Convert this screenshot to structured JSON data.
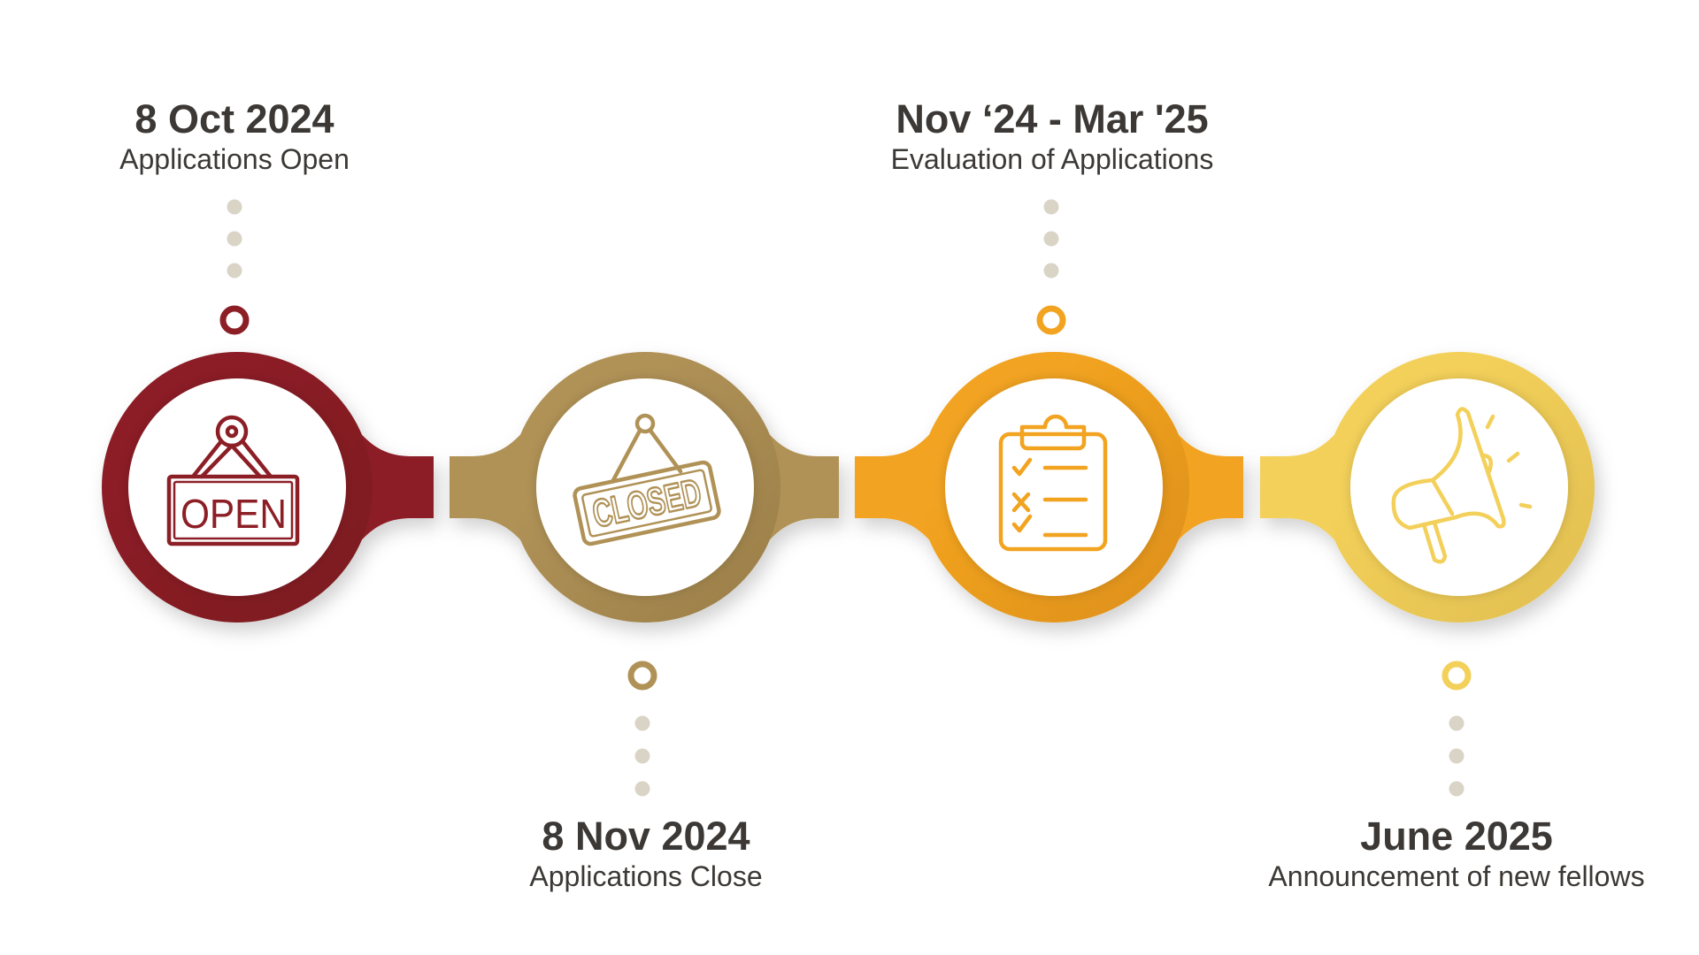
{
  "milestones": [
    {
      "date": "8 Oct 2024",
      "description": "Applications Open",
      "icon": "open-sign-icon",
      "icon_text": "OPEN",
      "color": "#8C1F26",
      "color_dark": "#7A1A20",
      "label_position": "top"
    },
    {
      "date": "8 Nov 2024",
      "description": "Applications Close",
      "icon": "closed-sign-icon",
      "icon_text": "CLOSED",
      "color": "#B09257",
      "color_dark": "#9A7E48",
      "label_position": "bottom"
    },
    {
      "date": "Nov ‘24 - Mar '25",
      "description": "Evaluation of Applications",
      "icon": "clipboard-checklist-icon",
      "color": "#F2A320",
      "color_dark": "#DC8F1A",
      "label_position": "top"
    },
    {
      "date": "June 2025",
      "description": "Announcement of new fellows",
      "icon": "megaphone-icon",
      "color": "#F3D05A",
      "color_dark": "#E0BE50",
      "label_position": "bottom"
    }
  ],
  "connector_dot_color": "#D9D4C6"
}
